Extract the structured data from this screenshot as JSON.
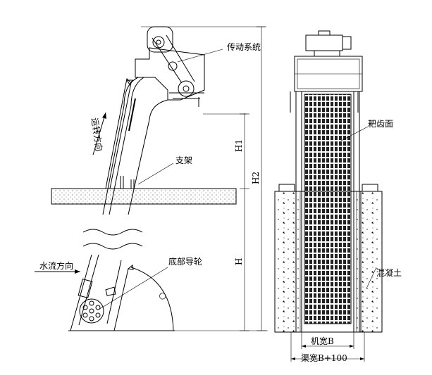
{
  "labels": {
    "drive_system": "传动系统",
    "running_direction": "运转方向",
    "support_frame": "支架",
    "bottom_guide_wheel": "底部导轮",
    "water_flow_direction": "水流方向",
    "tooth_rake_surface": "耙齿面",
    "concrete": "混凝土",
    "machine_width": "机宽B",
    "channel_width": "渠宽B+100"
  },
  "dimensions": {
    "h1": "H1",
    "h2": "H2",
    "h": "H"
  },
  "colors": {
    "line": "#000000",
    "background": "#ffffff"
  }
}
